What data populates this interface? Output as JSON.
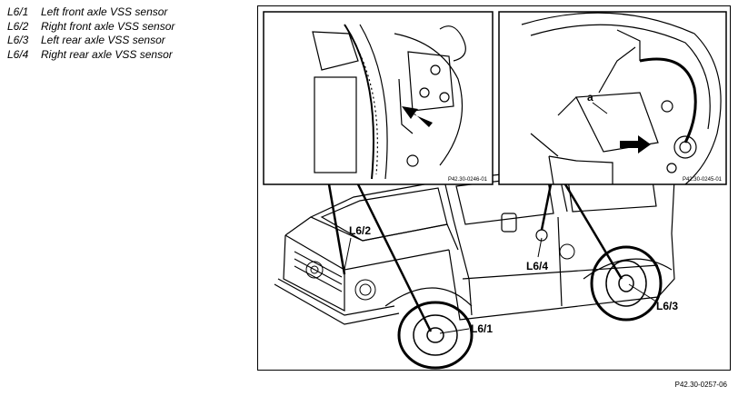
{
  "legend": [
    {
      "code": "L6/1",
      "text": "Left front axle VSS sensor"
    },
    {
      "code": "L6/2",
      "text": "Right front axle VSS sensor"
    },
    {
      "code": "L6/3",
      "text": "Left rear axle VSS sensor"
    },
    {
      "code": "L6/4",
      "text": "Right rear axle VSS sensor"
    }
  ],
  "callouts": {
    "l61": "L6/1",
    "l62": "L6/2",
    "l63": "L6/3",
    "l64": "L6/4",
    "a": "a"
  },
  "inset_refs": {
    "front": "P42.30-0246-01",
    "rear": "P42.30-0245-01"
  },
  "figure_ref": "P42.30-0257-06"
}
